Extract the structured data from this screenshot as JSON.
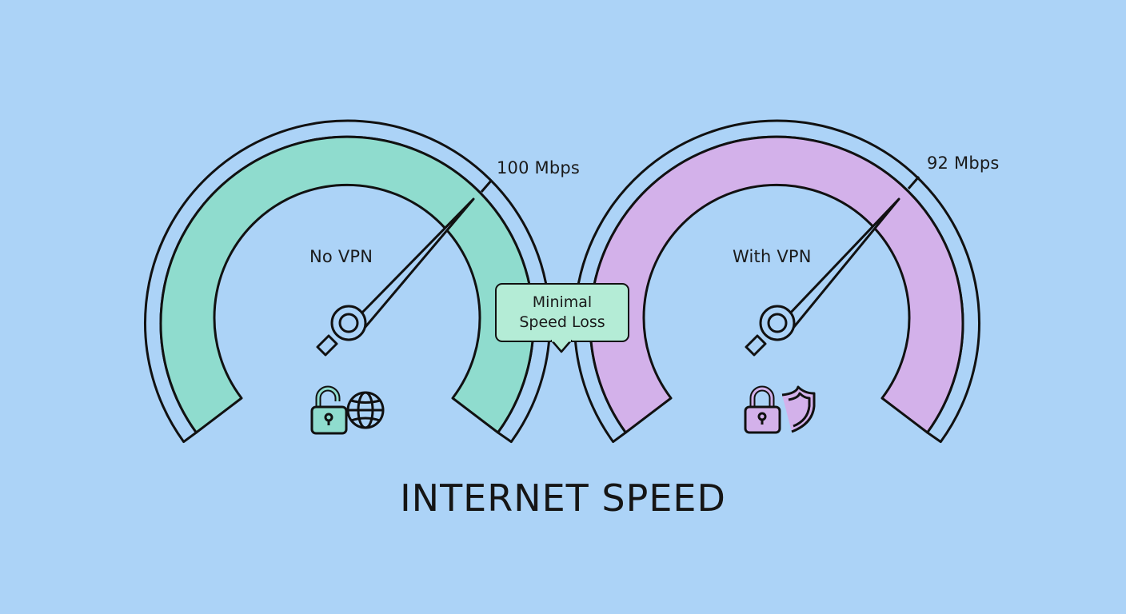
{
  "title": "INTERNET SPEED",
  "callout": {
    "line1": "Minimal",
    "line2": "Speed Loss",
    "color": "#b4ecd6"
  },
  "gauges": [
    {
      "label": "No VPN",
      "value_label": "100 Mbps",
      "value": 100,
      "fill_color": "#8fdcce",
      "icons": [
        "unlocked-padlock-icon",
        "globe-icon"
      ]
    },
    {
      "label": "With VPN",
      "value_label": "92 Mbps",
      "value": 92,
      "fill_color": "#d3b1ea",
      "icons": [
        "locked-padlock-icon",
        "shield-icon"
      ]
    }
  ],
  "colors": {
    "background": "#acd3f7",
    "stroke": "#111111"
  }
}
